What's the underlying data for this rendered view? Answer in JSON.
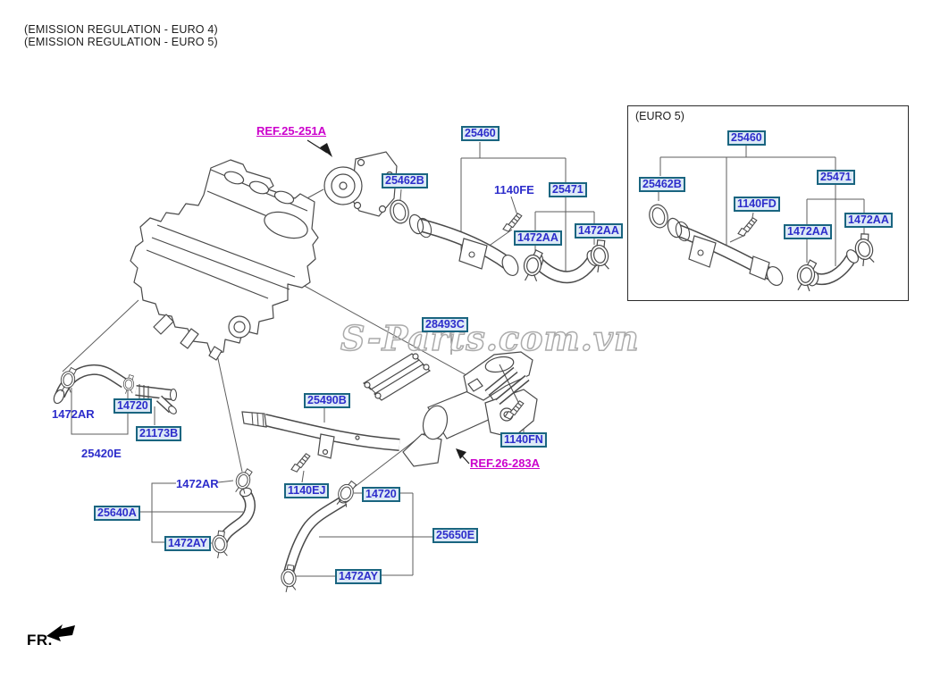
{
  "header": {
    "line1": "(EMISSION REGULATION - EURO 4)",
    "line2": "(EMISSION REGULATION - EURO 5)"
  },
  "watermark": {
    "text": "S-Parts.com.vn"
  },
  "fr": {
    "label": "FR."
  },
  "euro5_panel": {
    "title": "(EURO 5)"
  },
  "labels": {
    "ref_25_251a": "REF.25-251A",
    "ref_26_283a": "REF.26-283A",
    "p25460": "25460",
    "p25462b": "25462B",
    "p25471": "25471",
    "p1472aa": "1472AA",
    "p1140fe": "1140FE",
    "p1140fd": "1140FD",
    "p28493c": "28493C",
    "p25490b": "25490B",
    "p1140fn": "1140FN",
    "p1140ej": "1140EJ",
    "p1472ar": "1472AR",
    "p14720": "14720",
    "p21173b": "21173B",
    "p25420e": "25420E",
    "p25640a": "25640A",
    "p1472ay": "1472AY",
    "p25650e": "25650E"
  },
  "colors": {
    "part_link_text": "#2d2dcb",
    "part_box_border": "#1a6580",
    "part_box_fill": "#dce9f6",
    "ref_link_text": "#cc00cc",
    "line_art": "#4a4a4a",
    "watermark_outline": "#ababab"
  }
}
